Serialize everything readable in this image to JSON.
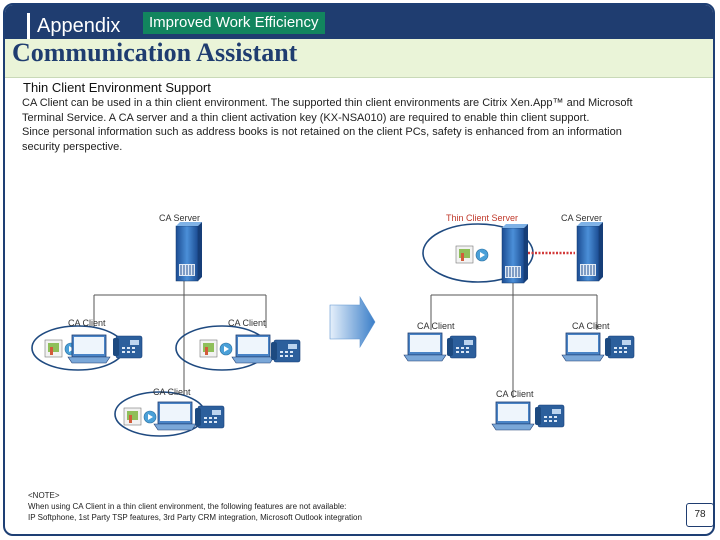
{
  "header": {
    "section": "Appendix",
    "tag": "Improved Work Efficiency"
  },
  "title": "Communication Assistant",
  "subtitle": "Thin Client Environment Support",
  "body": [
    "CA Client can be used in a thin client environment. The supported thin client environments are Citrix Xen.App™ and Microsoft",
    "Terminal Service. A CA server and a thin client activation key (KX-NSA010) are required to enable thin client support.",
    "Since personal information such as address books is not retained on the client PCs, safety is enhanced from an information",
    "security perspective."
  ],
  "diagram": {
    "left": {
      "server_label": "CA Server",
      "client_left": "CA Client",
      "client_right": "CA Client",
      "client_bottom": "CA Client"
    },
    "right": {
      "thin_server_label": "Thin Client Server",
      "server_label": "CA Server",
      "client_left": "CA Client",
      "client_right": "CA Client",
      "client_bottom": "CA Client"
    }
  },
  "note": {
    "heading": "<NOTE>",
    "line1": "When using CA Client in a thin client environment, the following features are not available:",
    "line2": "IP Softphone, 1st Party TSP features, 3rd Party CRM integration, Microsoft Outlook integration"
  },
  "page_number": "78",
  "colors": {
    "navy": "#1f3d70",
    "green_tag": "#12855e",
    "title_bg": "#eaf4d8",
    "server_blue": "#3a78c2",
    "ellipse": "#1f4a80",
    "dashed_red": "#d23a3a"
  }
}
